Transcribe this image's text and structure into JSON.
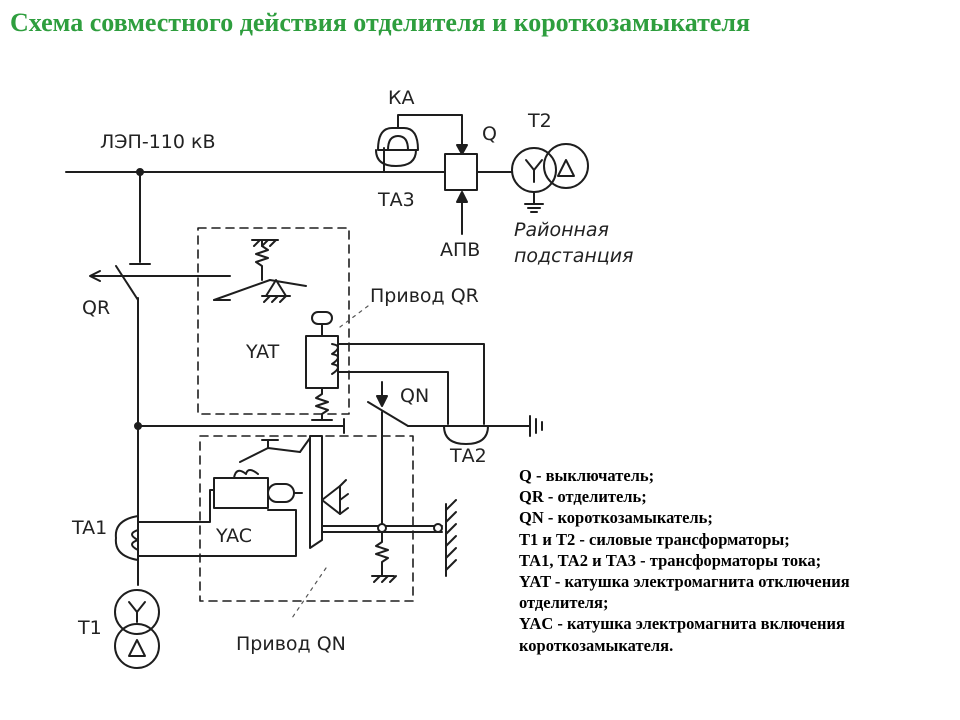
{
  "title": "Схема совместного действия отделителя и короткозамыкателя",
  "labels": {
    "line": "ЛЭП-110 кВ",
    "ka": "КА",
    "q": "Q",
    "t2": "T2",
    "ta3": "ТА3",
    "apv": "АПВ",
    "substation_1": "Районная",
    "substation_2": "подстанция",
    "qr": "QR",
    "drive_qr": "Привод QR",
    "yat": "YAT",
    "qn": "QN",
    "ta2": "ТА2",
    "ta1": "TA1",
    "yac": "YAC",
    "t1": "T1",
    "drive_qn": "Привод QN"
  },
  "legend": {
    "items": [
      "Q - выключатель;",
      "QR - отделитель;",
      "QN - короткозамыкатель;",
      "Т1 и Т2 - силовые трансформаторы;",
      "ТА1, ТА2 и ТА3 - трансформаторы тока;",
      "YAT - катушка электромагнита отключения",
      "отделителя;",
      "YAC - катушка электромагнита включения",
      "короткозамыкателя."
    ]
  }
}
